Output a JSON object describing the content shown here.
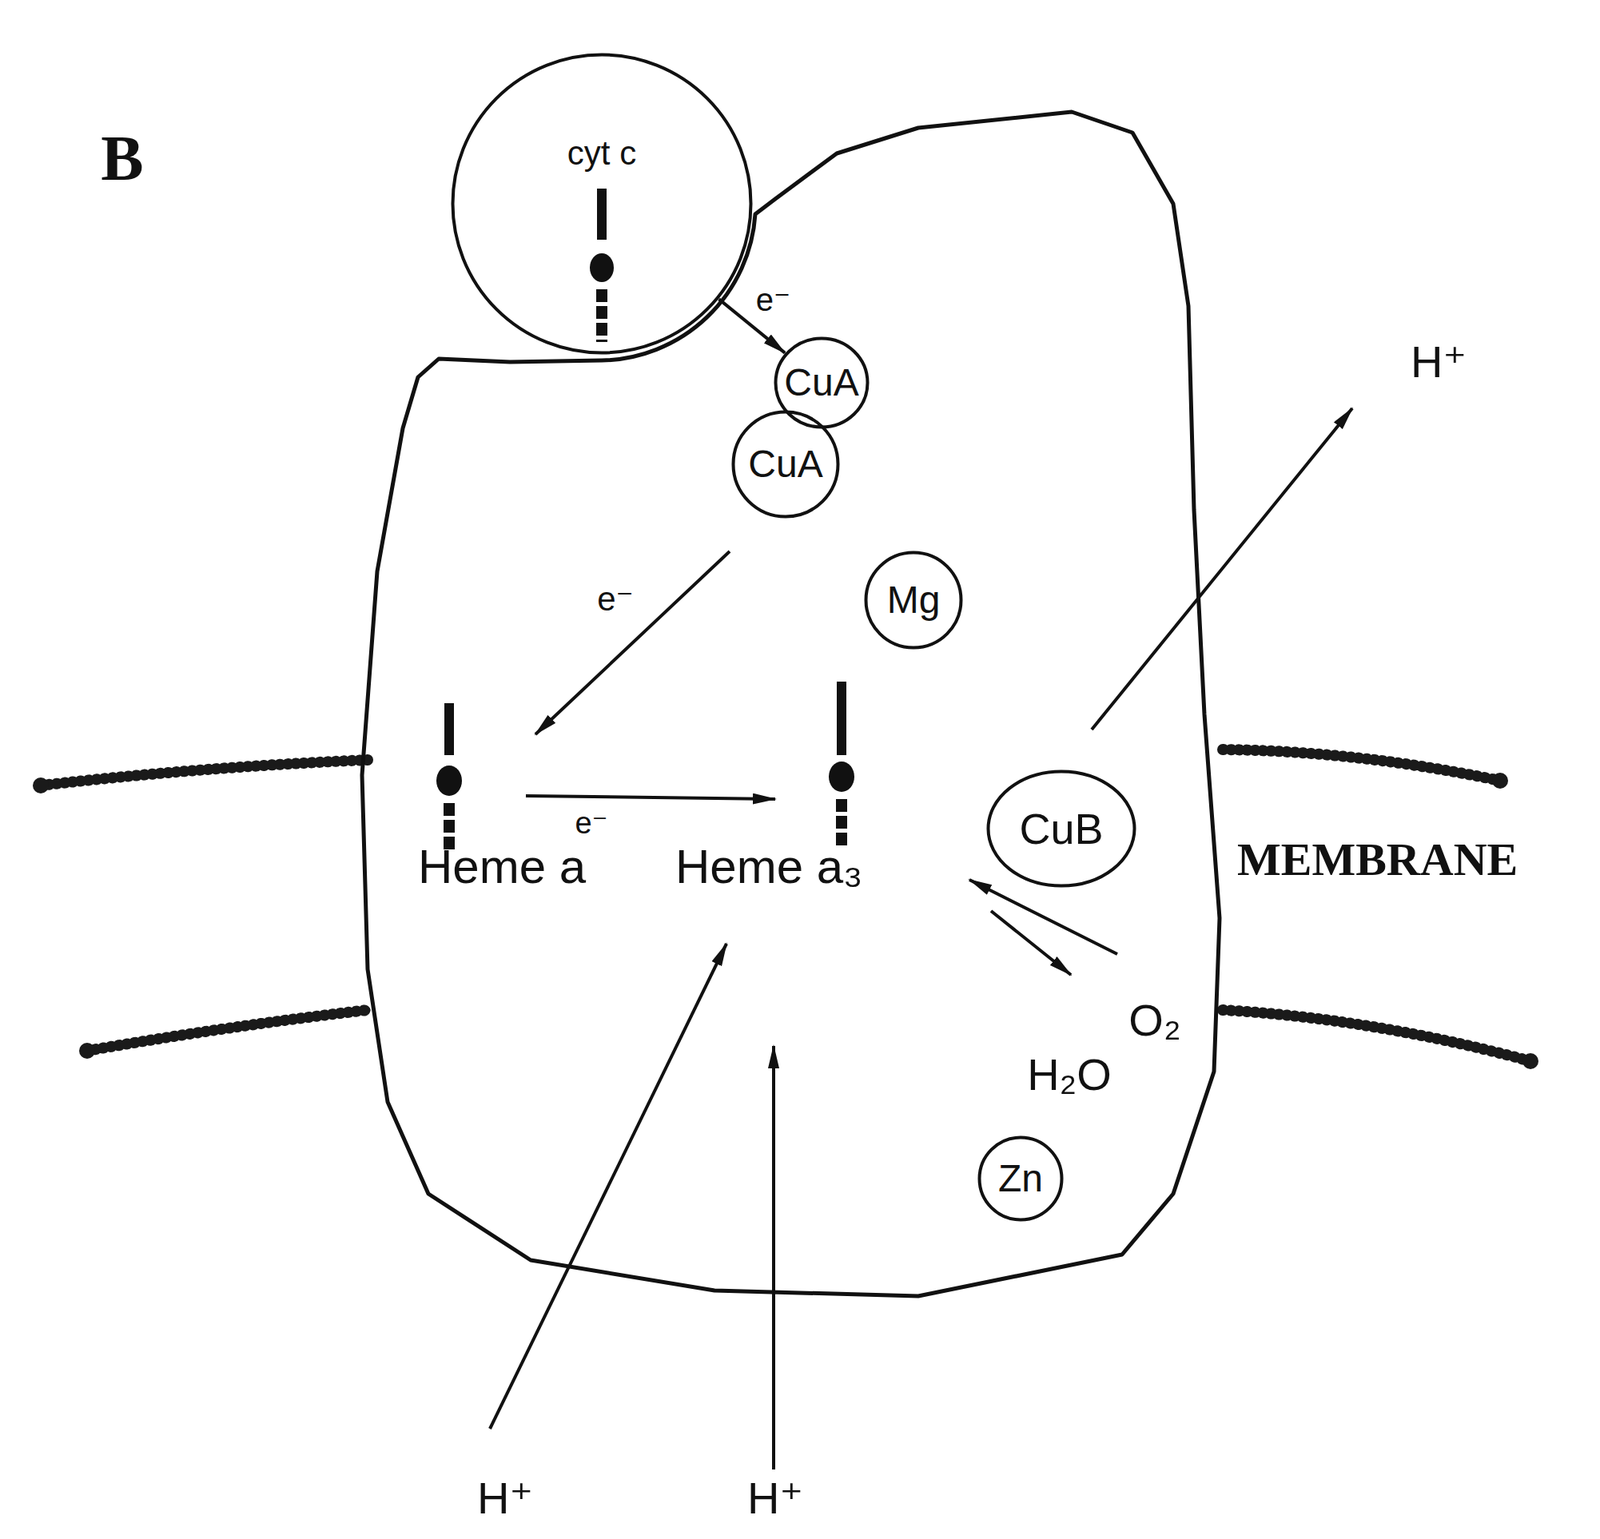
{
  "diagram": {
    "nodes": [
      {
        "text": [
          "cyt c"
        ]
      },
      {
        "text": [
          "Heme a",
          "Heme a₃",
          "O₂",
          "H₂O"
        ]
      },
      {
        "text": [
          "CuA"
        ],
        "in": 1
      },
      {
        "text": [
          "CuA"
        ],
        "in": 1
      },
      {
        "text": [
          "Mg"
        ],
        "in": 1
      },
      {
        "text": [
          "CuB"
        ],
        "in": 1
      },
      {
        "text": [
          "Zn"
        ],
        "in": 1
      }
    ],
    "edges": [
      {
        "from": 0,
        "to": 2,
        "arrow": "to",
        "label": "e⁻"
      }
    ],
    "labels": [
      "B",
      "H⁺",
      "e⁻",
      "e⁻",
      "MEMBRANE",
      "H⁺",
      "H⁺"
    ]
  }
}
